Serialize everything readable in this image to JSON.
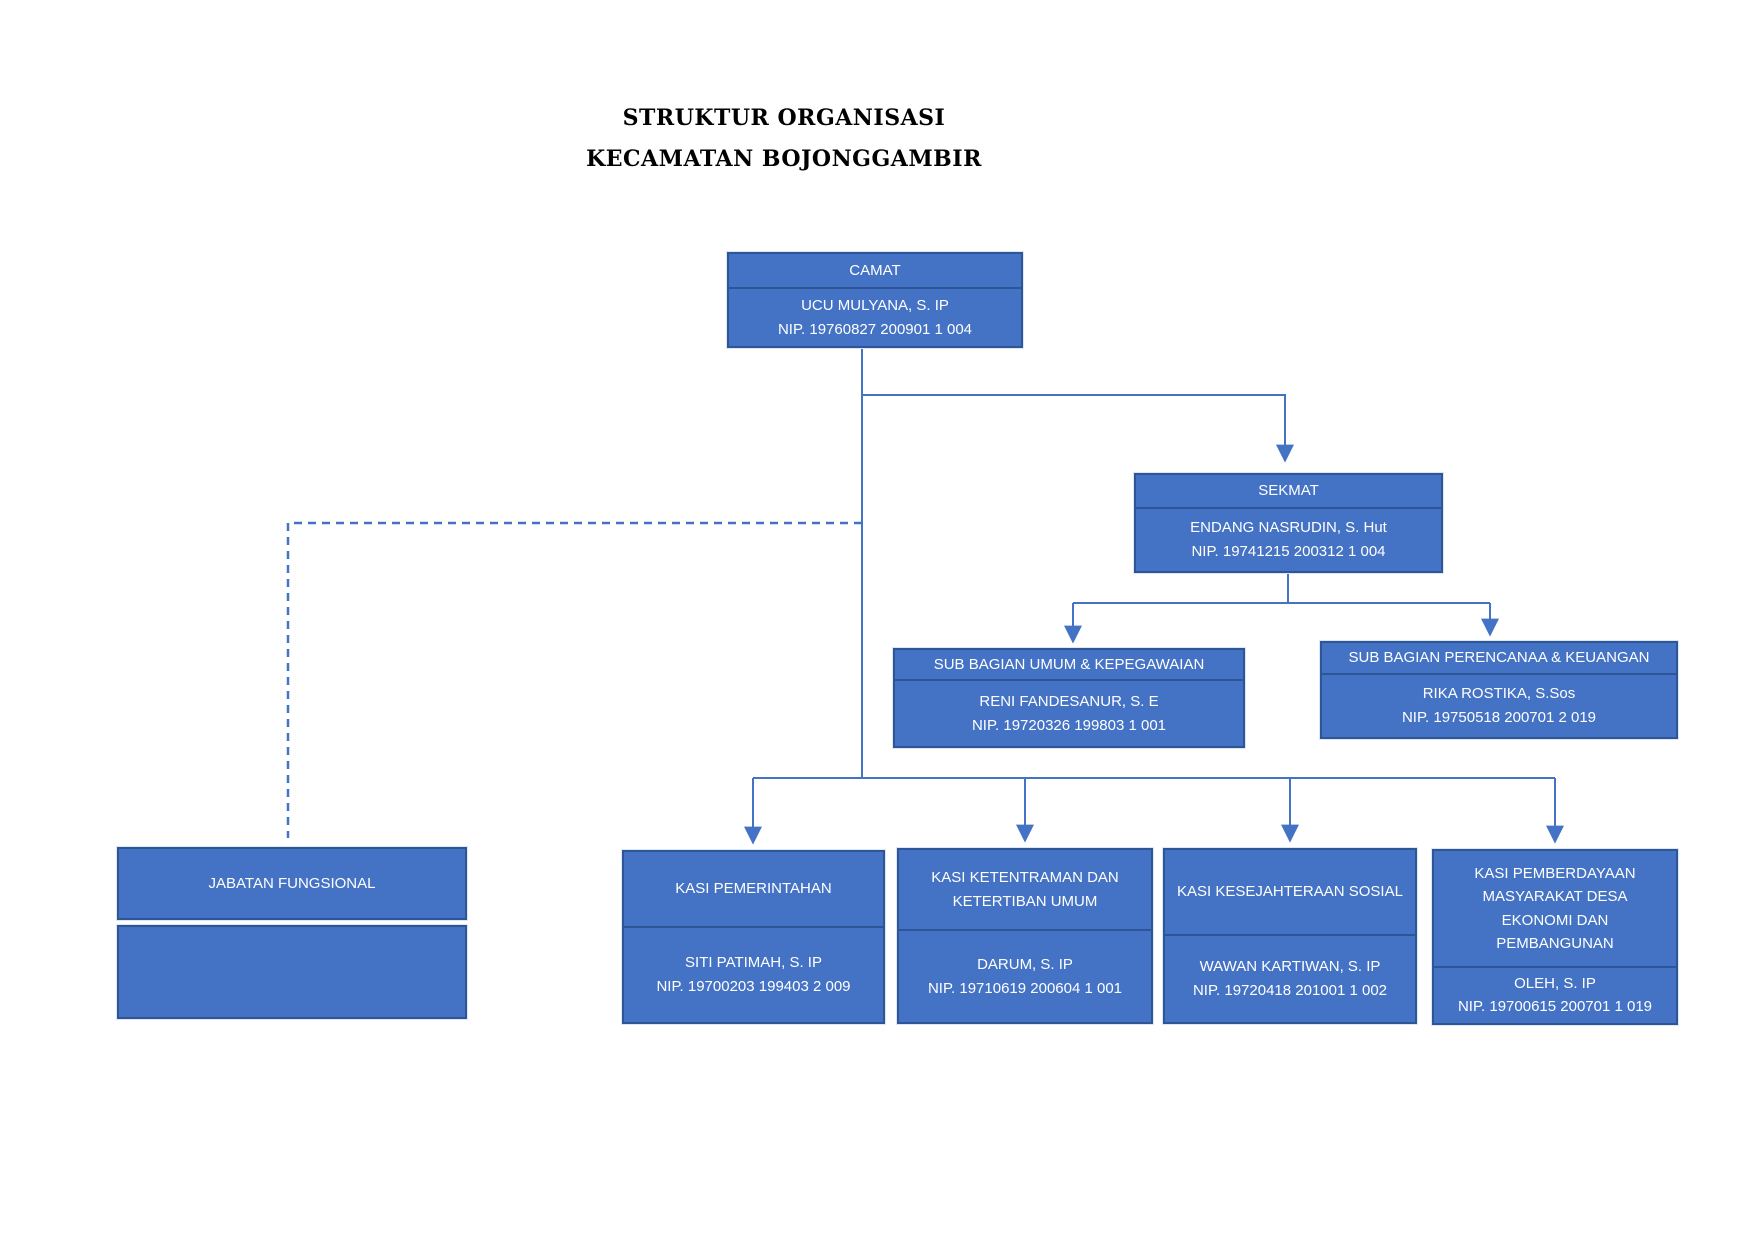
{
  "title": {
    "line1": "STRUKTUR ORGANISASI",
    "line2": "KECAMATAN BOJONGGAMBIR"
  },
  "colors": {
    "box_fill": "#4472C4",
    "box_border": "#2E5596",
    "connector": "#4472C4",
    "text": "#FFFFFF"
  },
  "nodes": {
    "camat": {
      "title": "CAMAT",
      "name": "UCU MULYANA, S. IP",
      "nip": "NIP. 19760827 200901 1 004"
    },
    "sekmat": {
      "title": "SEKMAT",
      "name": "ENDANG NASRUDIN, S. Hut",
      "nip": "NIP. 19741215 200312 1 004"
    },
    "subbag_umum": {
      "title": "SUB BAGIAN UMUM & KEPEGAWAIAN",
      "name": "RENI FANDESANUR, S. E",
      "nip": "NIP. 19720326 199803 1 001"
    },
    "subbag_perencanaan": {
      "title": "SUB BAGIAN PERENCANAA & KEUANGAN",
      "name": "RIKA ROSTIKA, S.Sos",
      "nip": "NIP. 19750518 200701 2 019"
    },
    "jabatan_fungsional": {
      "title": "JABATAN FUNGSIONAL"
    },
    "kasi_pemerintahan": {
      "title": "KASI PEMERINTAHAN",
      "name": "SITI PATIMAH, S. IP",
      "nip": "NIP. 19700203 199403 2 009"
    },
    "kasi_ketentraman": {
      "title": "KASI KETENTRAMAN DAN\nKETERTIBAN UMUM",
      "name": "DARUM, S. IP",
      "nip": "NIP. 19710619 200604 1 001"
    },
    "kasi_kesejahteraan": {
      "title": "KASI KESEJAHTERAAN SOSIAL",
      "name": "WAWAN KARTIWAN, S. IP",
      "nip": "NIP. 19720418 201001 1 002"
    },
    "kasi_pemberdayaan": {
      "title": "KASI PEMBERDAYAAN\nMASYARAKAT DESA\nEKONOMI DAN\nPEMBANGUNAN",
      "name": "OLEH, S. IP",
      "nip": "NIP. 19700615 200701 1 019"
    }
  }
}
